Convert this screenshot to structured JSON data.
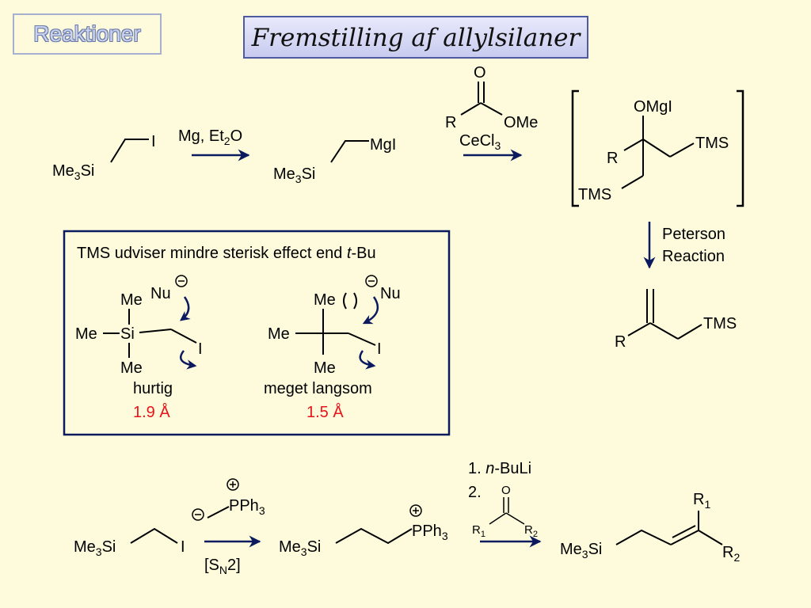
{
  "header": {
    "tag_label": "Reaktioner",
    "title": "Fremstilling af allylsilaner"
  },
  "labels": {
    "me3si": "Me3Si",
    "iodide": "I",
    "mgi": "MgI",
    "mg_reagent": "Mg, Et2O",
    "ester_o": "O",
    "ester_r": "R",
    "ester_ome": "OMe",
    "cecl3": "CeCl3",
    "omgi": "OMgI",
    "r": "R",
    "tms": "TMS",
    "peterson_line1": "Peterson",
    "peterson_line2": "Reaction",
    "box_caption": "TMS udviser mindre sterisk effect end t-Bu",
    "me": "Me",
    "si": "Si",
    "nu": "Nu",
    "hurtig": "hurtig",
    "langsom": "meget langsom",
    "dist_fast": "1.9 Å",
    "dist_slow": "1.5 Å",
    "pph3": "PPh3",
    "sn2": "[SN2]",
    "step1": "1. n-BuLi",
    "step2": "2.",
    "r1": "R1",
    "r2": "R2"
  },
  "colors": {
    "background": "#fdfbdc",
    "arrow": "#0b1a5e",
    "accent_red": "#e8141a",
    "box_border": "#0b1a5e"
  }
}
